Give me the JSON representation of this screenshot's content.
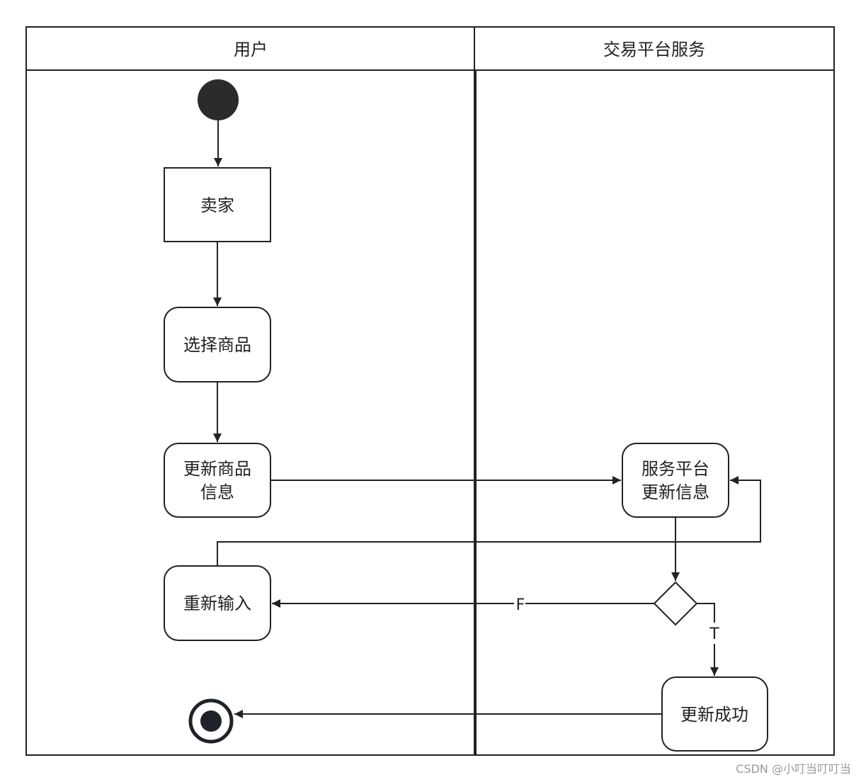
{
  "lanes": {
    "user": {
      "title": "用户"
    },
    "platform": {
      "title": "交易平台服务"
    }
  },
  "nodes": {
    "start": {
      "kind": "initial"
    },
    "seller": {
      "label": "卖家"
    },
    "select_product": {
      "label": "选择商品"
    },
    "update_product_info": {
      "line1": "更新商品",
      "line2": "信息"
    },
    "platform_update_info": {
      "line1": "服务平台",
      "line2": "更新信息"
    },
    "reenter": {
      "label": "重新输入"
    },
    "update_success": {
      "label": "更新成功"
    },
    "decision": {
      "kind": "decision"
    },
    "end": {
      "kind": "final"
    }
  },
  "edges": {
    "false_label": "F",
    "true_label": "T"
  },
  "watermark": "CSDN @小叮当叮叮当",
  "colors": {
    "stroke": "#222222",
    "fill": "#ffffff",
    "dark": "#2b2b2b"
  }
}
